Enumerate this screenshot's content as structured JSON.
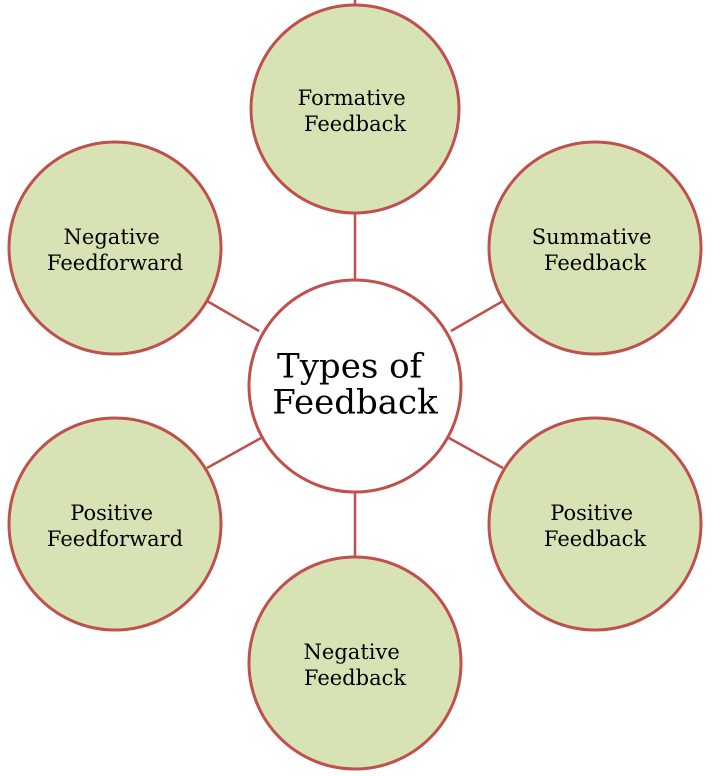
{
  "colors": {
    "node_fill": "#d7e3b4",
    "center_fill": "#ffffff",
    "stroke": "#c0504d",
    "text": "#000000"
  },
  "center": {
    "lines": [
      "Types of",
      "Feedback"
    ]
  },
  "nodes": [
    {
      "id": "formative-feedback",
      "lines": [
        "Formative",
        "Feedback"
      ]
    },
    {
      "id": "summative-feedback",
      "lines": [
        "Summative",
        "Feedback"
      ]
    },
    {
      "id": "positive-feedback",
      "lines": [
        "Positive",
        "Feedback"
      ]
    },
    {
      "id": "negative-feedback",
      "lines": [
        "Negative",
        "Feedback"
      ]
    },
    {
      "id": "positive-feedforward",
      "lines": [
        "Positive",
        "Feedforward"
      ]
    },
    {
      "id": "negative-feedforward",
      "lines": [
        "Negative",
        "Feedforward"
      ]
    }
  ]
}
